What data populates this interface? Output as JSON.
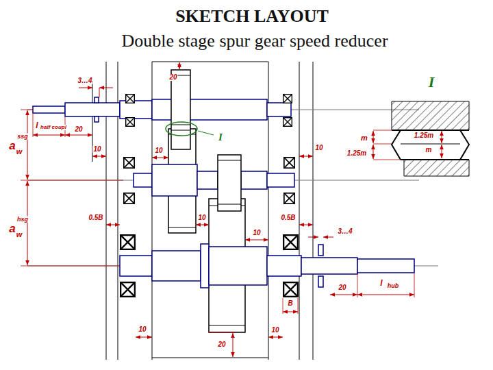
{
  "diagram": {
    "title": "SKETCH LAYOUT",
    "caption": "Double stage spur gear speed reducer",
    "labels": [
      "3…4",
      "20",
      "I",
      "l",
      "half coupl",
      "20",
      "a",
      "w",
      "ssg",
      "I",
      "10",
      "10",
      "10",
      "m",
      "1.25m",
      "m",
      "1.25m",
      "0.5B",
      "10",
      "0.5B",
      "10",
      "a",
      "w",
      "hsg",
      "3…4",
      "B",
      "20",
      "l",
      "hub",
      "10",
      "10",
      "20"
    ]
  }
}
